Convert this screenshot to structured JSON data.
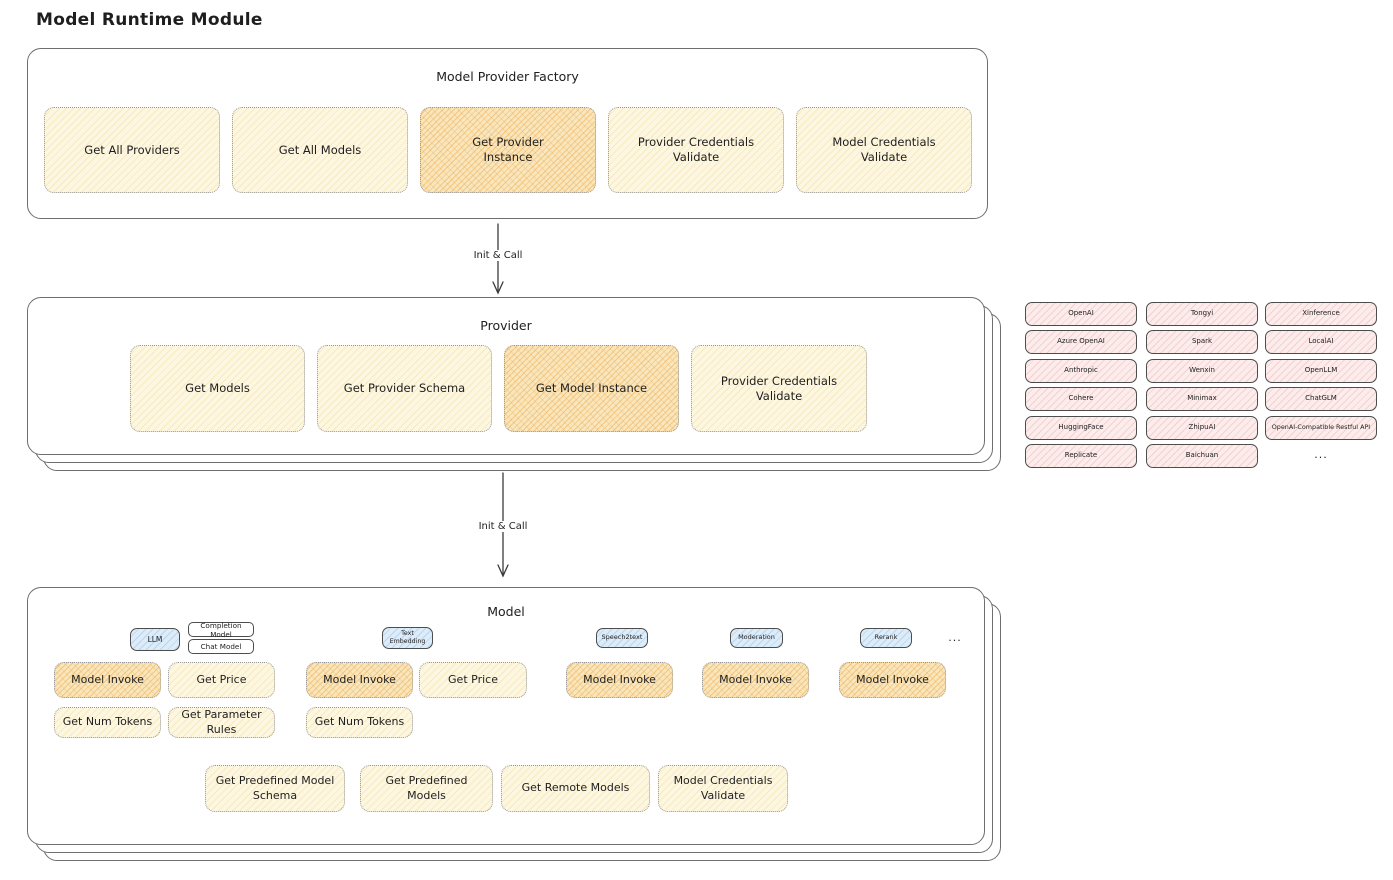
{
  "title": "Model Runtime Module",
  "factory": {
    "title": "Model Provider Factory",
    "items": [
      "Get All Providers",
      "Get All Models",
      "Get Provider Instance",
      "Provider Credentials Validate",
      "Model Credentials Validate"
    ]
  },
  "arrows": {
    "label_1": "Init & Call",
    "label_2": "Init & Call"
  },
  "provider": {
    "title": "Provider",
    "items": [
      "Get Models",
      "Get Provider Schema",
      "Get Model Instance",
      "Provider Credentials Validate"
    ]
  },
  "provider_list": {
    "items": [
      "OpenAI",
      "Tongyi",
      "Xinference",
      "Azure OpenAI",
      "Spark",
      "LocalAI",
      "Anthropic",
      "Wenxin",
      "OpenLLM",
      "Cohere",
      "Minimax",
      "ChatGLM",
      "HuggingFace",
      "ZhipuAI",
      "OpenAI-Compatible Restful API",
      "Replicate",
      "Baichuan",
      "..."
    ]
  },
  "model": {
    "title": "Model",
    "tabs": {
      "llm": "LLM",
      "completion_model": "Completion Model",
      "chat_model": "Chat Model",
      "text_embedding": "Text Embedding",
      "speech2text": "Speech2text",
      "moderation": "Moderation",
      "rerank": "Rerank",
      "more": "..."
    },
    "ops": {
      "llm": [
        "Model Invoke",
        "Get Price",
        "Get Num Tokens",
        "Get Parameter Rules"
      ],
      "text_embedding": [
        "Model Invoke",
        "Get Price",
        "Get Num Tokens"
      ],
      "speech2text": [
        "Model Invoke"
      ],
      "moderation": [
        "Model Invoke"
      ],
      "rerank": [
        "Model Invoke"
      ],
      "shared": [
        "Get Predefined Model Schema",
        "Get Predefined Models",
        "Get Remote Models",
        "Model Credentials Validate"
      ]
    }
  },
  "colors": {
    "yellow_fill": "#fdf7e2",
    "orange_fill": "#f9e6bc",
    "pink_fill": "#fcecec",
    "blue_fill": "#ddecf9",
    "border_gray": "#6e6e6e",
    "text": "#1e1e1e"
  }
}
